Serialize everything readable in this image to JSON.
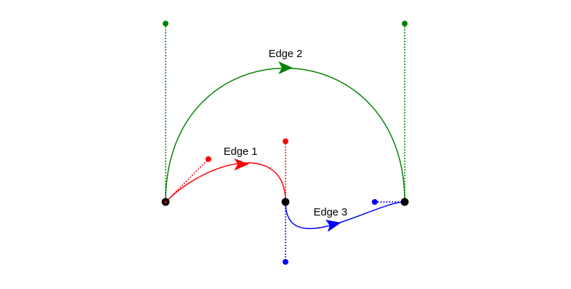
{
  "diagram": {
    "edges": [
      {
        "id": "edge-1",
        "label": "Edge 1",
        "color": "#ff0000"
      },
      {
        "id": "edge-2",
        "label": "Edge 2",
        "color": "#008000"
      },
      {
        "id": "edge-3",
        "label": "Edge 3",
        "color": "#0000ff"
      }
    ],
    "node_color": "#000000"
  }
}
